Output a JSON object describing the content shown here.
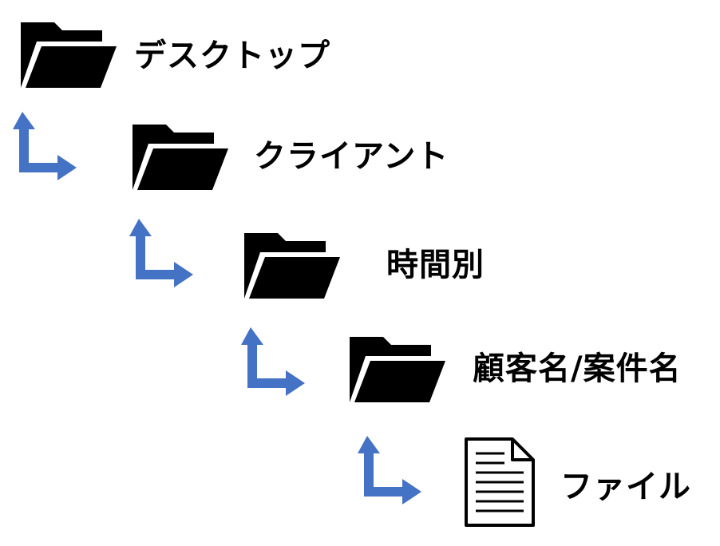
{
  "colors": {
    "arrow": "#4472C4",
    "icon": "#000000"
  },
  "tree": [
    {
      "label": "デスクトップ",
      "icon": "folder-icon"
    },
    {
      "label": "クライアント",
      "icon": "folder-icon"
    },
    {
      "label": "時間別",
      "icon": "folder-icon"
    },
    {
      "label": "顧客名/案件名",
      "icon": "folder-icon"
    },
    {
      "label": "ファイル",
      "icon": "document-icon"
    }
  ]
}
